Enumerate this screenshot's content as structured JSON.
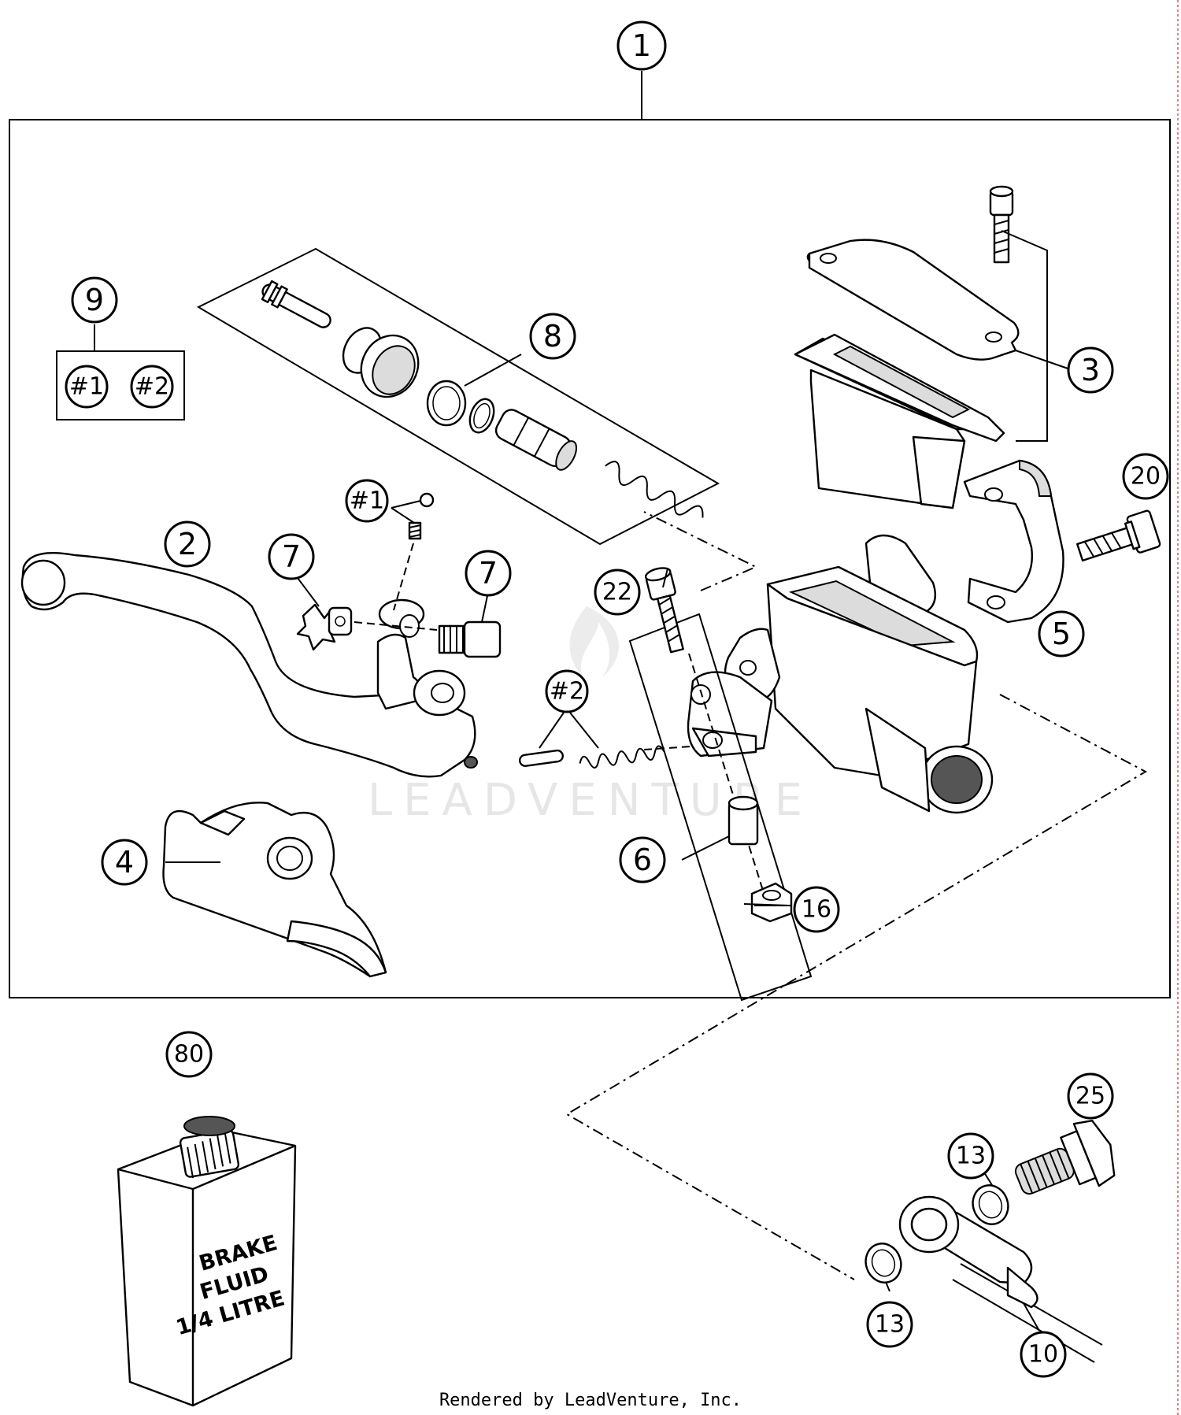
{
  "callouts": {
    "c1": "1",
    "c2": "2",
    "c3": "3",
    "c4": "4",
    "c5": "5",
    "c6": "6",
    "c7a": "7",
    "c7b": "7",
    "c8": "8",
    "c9": "9",
    "c10": "10",
    "c13a": "13",
    "c13b": "13",
    "c16": "16",
    "c20": "20",
    "c22": "22",
    "c25": "25",
    "c80": "80",
    "h1a": "#1",
    "h2a": "#2",
    "h1b": "#1",
    "h2b": "#2"
  },
  "bottle_label": [
    "BRAKE",
    "FLUID",
    "1/4 LITRE"
  ],
  "watermark": "LEADVENTURE",
  "footer": "Rendered by LeadVenture, Inc."
}
